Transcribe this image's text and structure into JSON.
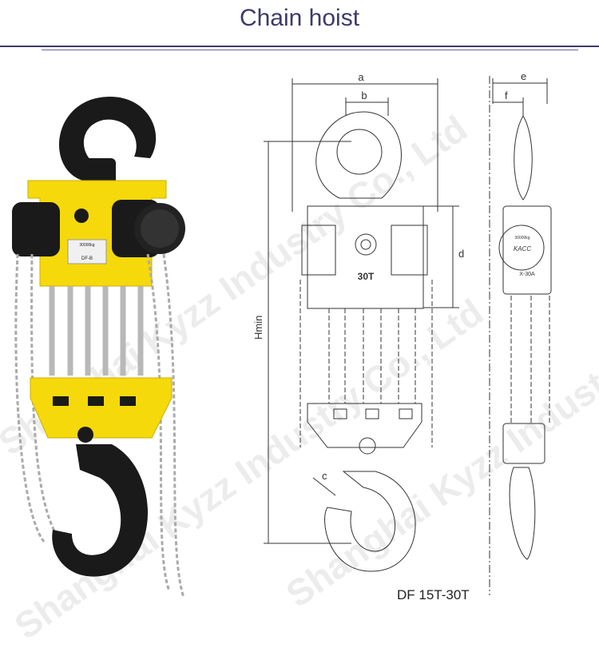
{
  "title": "Chain hoist",
  "caption": "DF 15T-30T",
  "photo": {
    "plate_model": "DF-B",
    "plate_capacity": "30000kg"
  },
  "drawing": {
    "dim_a": "a",
    "dim_b": "b",
    "dim_c": "c",
    "dim_d": "d",
    "dim_e": "e",
    "dim_f": "f",
    "dim_hmin": "Hmin",
    "body_label": "30T",
    "side_brand": "KACC",
    "side_capacity": "30000kg",
    "side_model": "X-30A"
  },
  "watermark": "Shanghai Kyzz Industry Co., Ltd",
  "colors": {
    "title": "#3d3a6b",
    "hoist_yellow": "#f5d90a",
    "hook_black": "#1a1a1a",
    "chain_silver": "#b8b8b8",
    "line_art": "#333333"
  }
}
